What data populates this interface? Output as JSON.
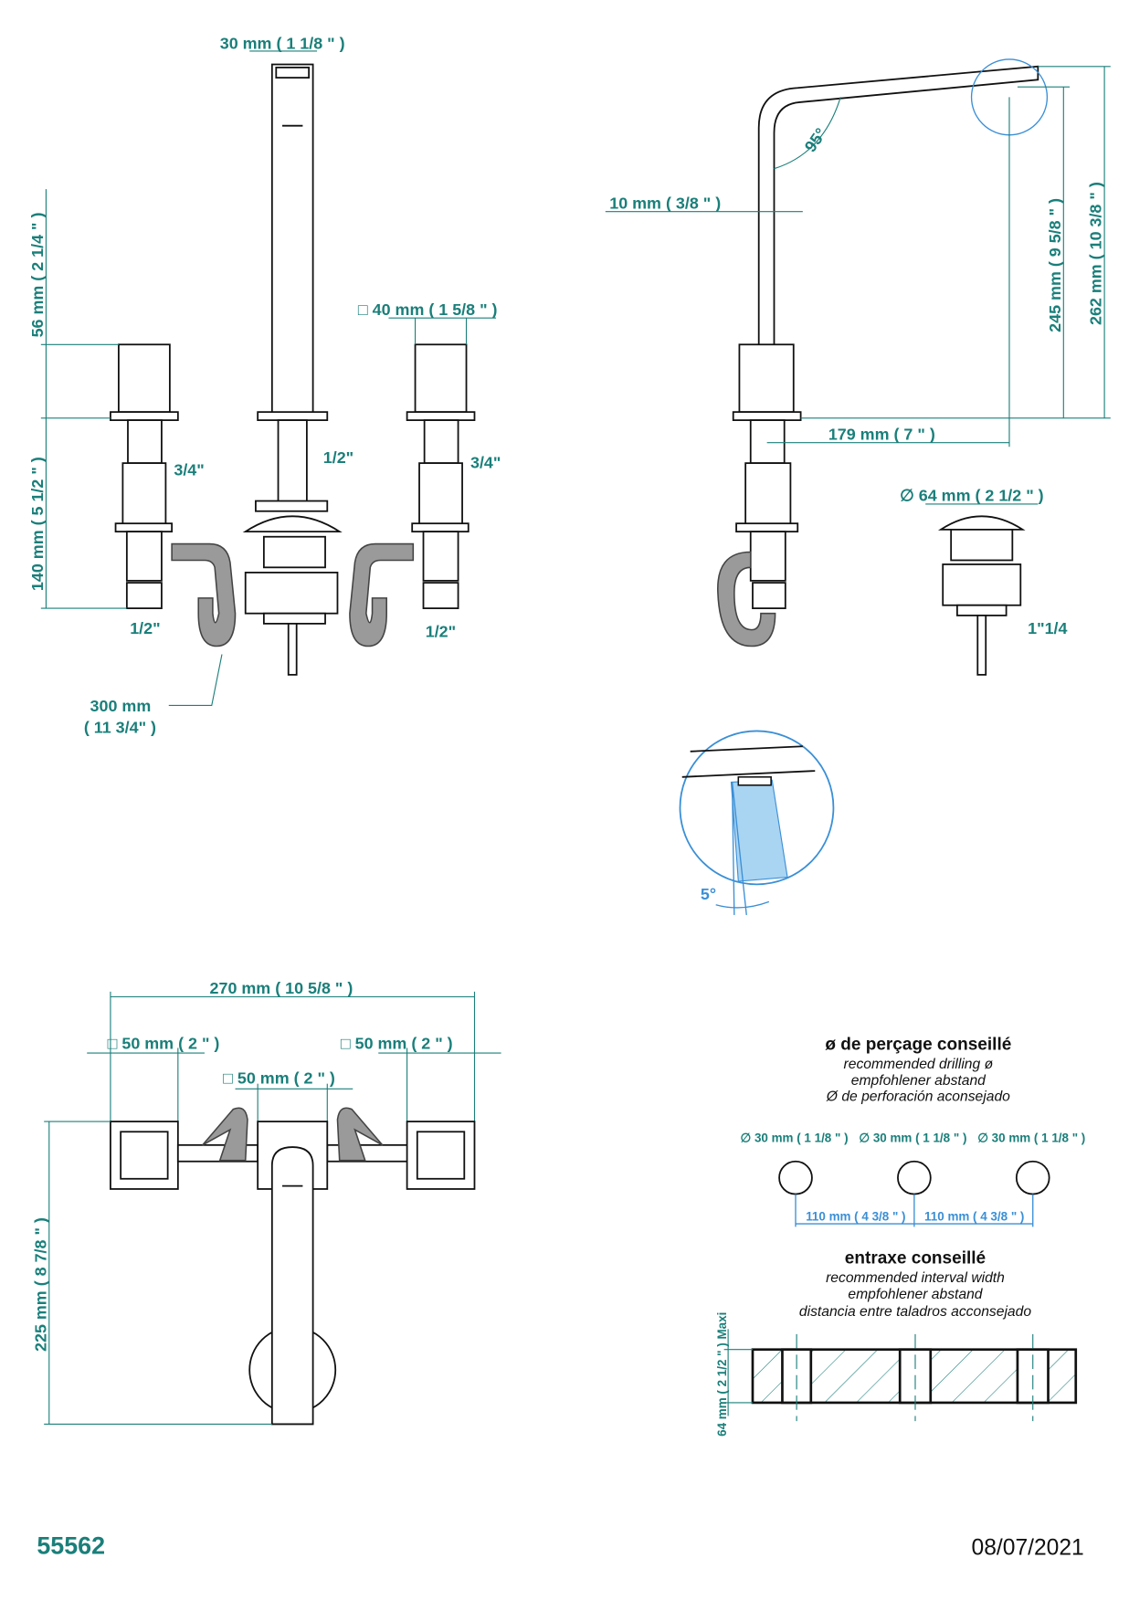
{
  "front_view": {
    "spout_width": "30 mm ( 1 1/8 \" )",
    "handle_height": "56 mm ( 2 1/4 \" )",
    "body_height": "140 mm ( 5 1/2 \" )",
    "handle_square": "□ 40 mm ( 1 5/8 \" )",
    "thread_left_upper": "3/4\"",
    "thread_center": "1/2\"",
    "thread_right_upper": "3/4\"",
    "thread_left_lower": "1/2\"",
    "thread_right_lower": "1/2\"",
    "hose_length": "300 mm",
    "hose_length_in": "( 11 3/4\" )"
  },
  "side_view": {
    "wall_thickness": "10 mm ( 3/8 \" )",
    "angle": "95°",
    "spout_height_outlet": "245 mm ( 9 5/8 \" )",
    "spout_height_total": "262 mm ( 10 3/8 \" )",
    "spout_reach": "179 mm ( 7 \" )",
    "drain_diameter": "∅ 64 mm ( 2 1/2 \" )",
    "drain_thread": "1\"1/4",
    "detail_angle": "5°"
  },
  "top_view": {
    "total_width": "270 mm ( 10 5/8 \" )",
    "left_square": "□ 50 mm ( 2 \" )",
    "right_square": "□ 50 mm ( 2 \" )",
    "center_square": "□ 50 mm ( 2 \" )",
    "depth": "225 mm ( 8 7/8 \" )"
  },
  "drilling": {
    "title": "ø de perçage conseillé",
    "lines": [
      "recommended drilling ø",
      "empfohlener abstand",
      "Ø de perforación aconsejado"
    ],
    "hole_labels": [
      "∅  30 mm ( 1 1/8 \" )",
      "∅  30 mm ( 1 1/8 \" )",
      "∅  30 mm ( 1 1/8 \" )"
    ],
    "spacing_labels": [
      "110 mm ( 4 3/8 \" )",
      "110 mm ( 4 3/8 \" )"
    ]
  },
  "interval": {
    "title": "entraxe conseillé",
    "lines": [
      "recommended interval width",
      "empfohlener abstand",
      "distancia entre taladros acconsejado"
    ],
    "thickness": "64 mm ( 2 1/2 \" )",
    "max": "Maxi"
  },
  "footer": {
    "product_code": "55562",
    "date": "08/07/2021"
  },
  "colors": {
    "dimension": "#1a7f7a",
    "detail": "#3a8fd6",
    "hose": "#9a9a9a"
  }
}
